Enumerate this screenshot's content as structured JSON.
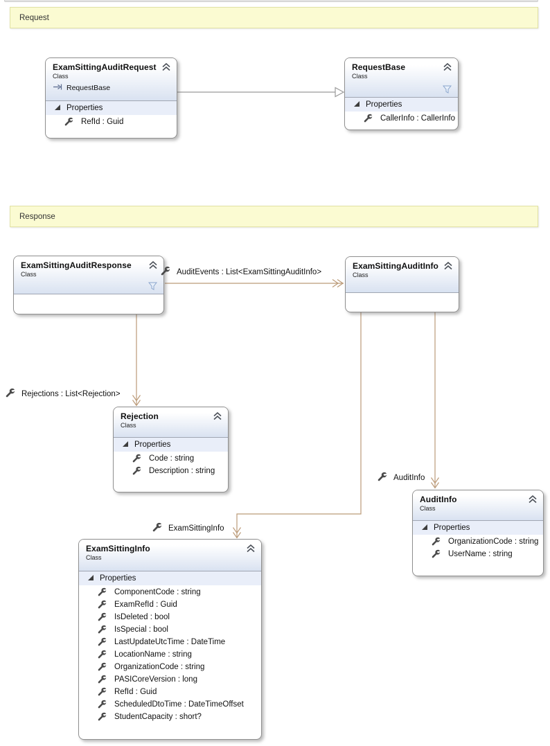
{
  "banners": {
    "request": "Request",
    "response": "Response"
  },
  "classes": {
    "examSittingAuditRequest": {
      "title": "ExamSittingAuditRequest",
      "kind": "Class",
      "base": "RequestBase",
      "compartment": "Properties",
      "properties": [
        "RefId : Guid"
      ]
    },
    "requestBase": {
      "title": "RequestBase",
      "kind": "Class",
      "compartment": "Properties",
      "properties": [
        "CallerInfo : CallerInfo"
      ]
    },
    "examSittingAuditResponse": {
      "title": "ExamSittingAuditResponse",
      "kind": "Class"
    },
    "examSittingAuditInfo": {
      "title": "ExamSittingAuditInfo",
      "kind": "Class"
    },
    "rejection": {
      "title": "Rejection",
      "kind": "Class",
      "compartment": "Properties",
      "properties": [
        "Code : string",
        "Description : string"
      ]
    },
    "auditInfo": {
      "title": "AuditInfo",
      "kind": "Class",
      "compartment": "Properties",
      "properties": [
        "OrganizationCode : string",
        "UserName : string"
      ]
    },
    "examSittingInfo": {
      "title": "ExamSittingInfo",
      "kind": "Class",
      "compartment": "Properties",
      "properties": [
        "ComponentCode : string",
        "ExamRefId : Guid",
        "IsDeleted : bool",
        "IsSpecial : bool",
        "LastUpdateUtcTime : DateTime",
        "LocationName : string",
        "OrganizationCode : string",
        "PASICoreVersion : long",
        "RefId : Guid",
        "ScheduledDtoTime : DateTimeOffset",
        "StudentCapacity : short?"
      ]
    }
  },
  "connector_labels": {
    "audit_events": "AuditEvents : List<ExamSittingAuditInfo>",
    "rejections": "Rejections : List<Rejection>",
    "audit_info": "AuditInfo",
    "exam_sitting_info": "ExamSittingInfo"
  },
  "icons": {
    "collapse": "chevron-double-up",
    "filter": "funnel",
    "property": "wrench",
    "base_type": "arrow-right-to-bar",
    "expander": "triangle-expanded"
  },
  "colors": {
    "banner_bg": "#fbfbd2",
    "banner_border": "#e0e1a4",
    "header_gradient_end": "#d9e2f1",
    "compartment_bg": "#e9eef9",
    "association_line": "#bb9a78",
    "inheritance_line": "#9a9a9a",
    "filter_icon": "#8aa5cc"
  }
}
